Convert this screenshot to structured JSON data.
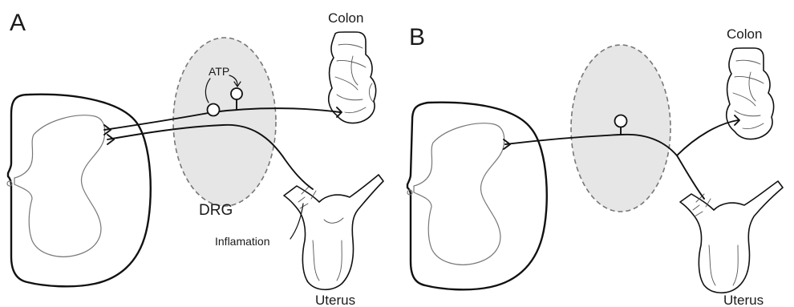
{
  "panels": [
    {
      "letter": "A",
      "labels": {
        "colon": "Colon",
        "uterus": "Uterus",
        "drg": "DRG",
        "atp": "ATP",
        "inflammation": "Inflamation"
      }
    },
    {
      "letter": "B",
      "labels": {
        "colon": "Colon",
        "uterus": "Uterus"
      }
    }
  ],
  "colors": {
    "drg_fill": "#e6e6e6",
    "line": "#111111",
    "grey_matter": "#777777"
  }
}
